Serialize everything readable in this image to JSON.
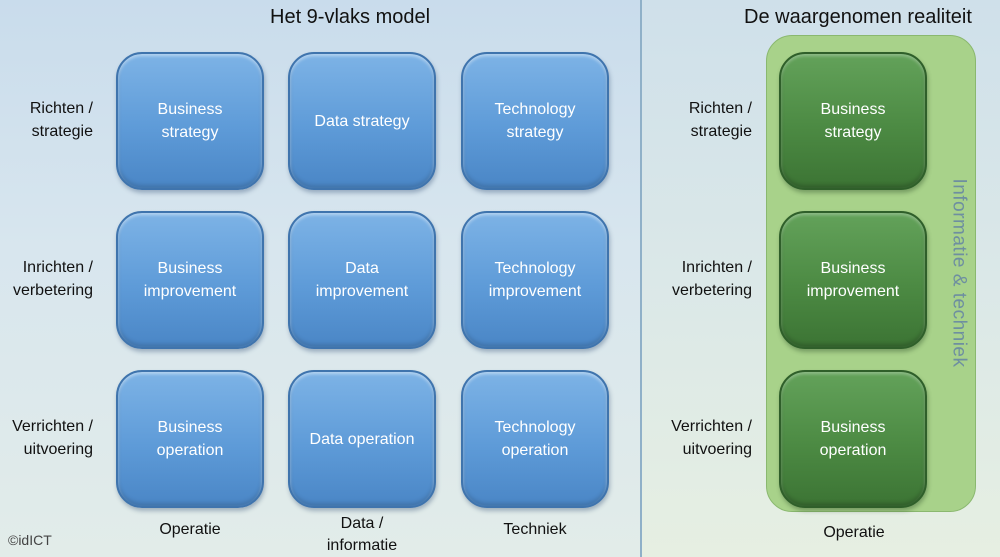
{
  "left_panel": {
    "title": "Het 9-vlaks model",
    "row_labels": [
      "Richten /\nstrategie",
      "Inrichten /\nverbetering",
      "Verrichten /\nuitvoering"
    ],
    "column_labels": [
      "Operatie",
      "Data /\ninformatie",
      "Techniek"
    ],
    "boxes": [
      [
        "Business\nstrategy",
        "Data strategy",
        "Technology\nstrategy"
      ],
      [
        "Business\nimprovement",
        "Data\nimprovement",
        "Technology\nimprovement"
      ],
      [
        "Business\noperation",
        "Data operation",
        "Technology\noperation"
      ]
    ]
  },
  "right_panel": {
    "title": "De waargenomen realiteit",
    "row_labels": [
      "Richten /\nstrategie",
      "Inrichten /\nverbetering",
      "Verrichten /\nuitvoering"
    ],
    "column_label": "Operatie",
    "vertical_label": "Informatie & techniek",
    "boxes": [
      "Business\nstrategy",
      "Business\nimprovement",
      "Business\noperation"
    ]
  },
  "copyright": "©idICT",
  "colors": {
    "blue_box": "#5e9bd8",
    "green_box": "#4c8a43",
    "green_container": "#a8d28a"
  }
}
